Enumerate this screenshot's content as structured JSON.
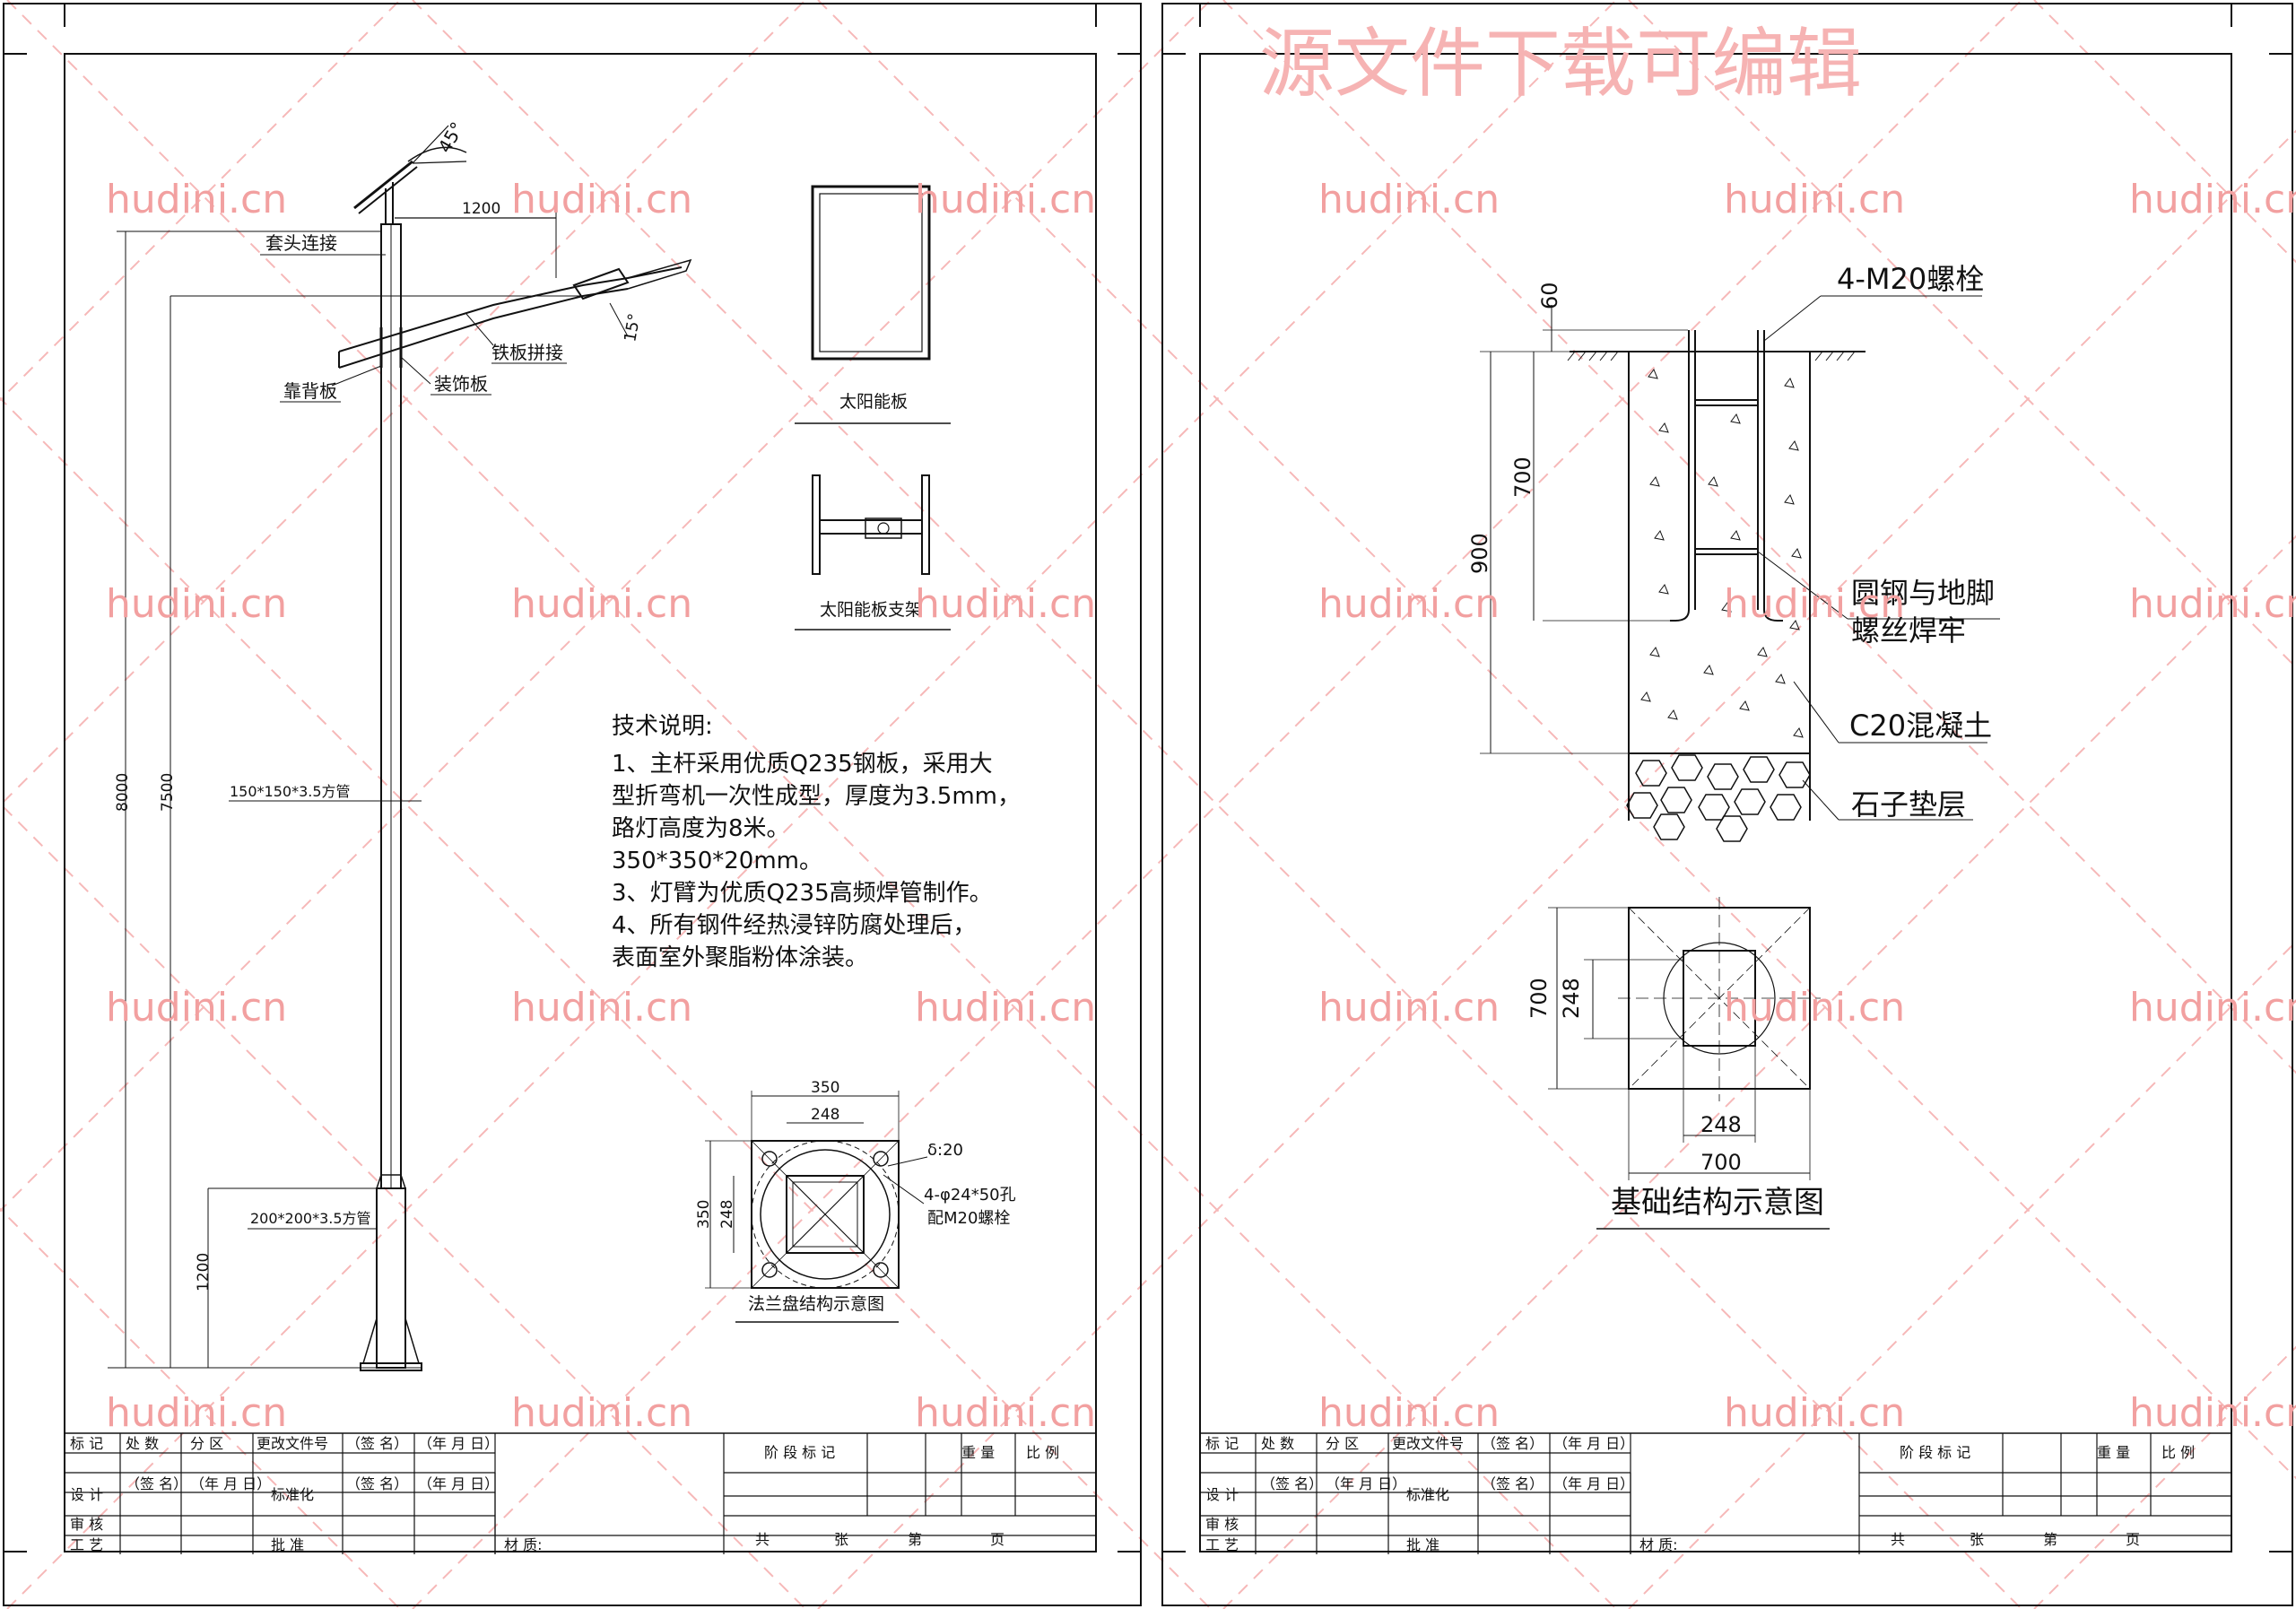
{
  "watermark": {
    "banner": "源文件下载可编辑",
    "text": "hudini.cn",
    "color": "#f2a0a0"
  },
  "pole": {
    "head_connector": "套头连接",
    "angle_top": "45°",
    "arm_len": "1200",
    "plate_joint": "铁板拼接",
    "angle_arm": "15°",
    "back_plate": "靠背板",
    "decor_plate": "装饰板",
    "height_total": "8000",
    "height_arm": "7500",
    "tube_top": "150*150*3.5方管",
    "tube_bottom": "200*200*3.5方管",
    "height_base": "1200"
  },
  "solar": {
    "panel_label": "太阳能板",
    "bracket_label": "太阳能板支架"
  },
  "tech": {
    "title": "技术说明:",
    "lines": [
      "1、主杆采用优质Q235钢板，采用大",
      "型折弯机一次性成型，厚度为3.5mm，",
      "路灯高度为8米。",
      "350*350*20mm。",
      "3、灯臂为优质Q235高频焊管制作。",
      "4、所有钢件经热浸锌防腐处理后，",
      "表面室外聚脂粉体涂装。"
    ]
  },
  "flange": {
    "w_outer": "350",
    "w_inner": "248",
    "h_outer": "350",
    "h_inner": "248",
    "thickness": "δ:20",
    "holes": "4-φ24*50孔",
    "bolts": "配M20螺栓",
    "title": "法兰盘结构示意图"
  },
  "foundation": {
    "bolt": "4-M20螺栓",
    "d60": "60",
    "d700": "700",
    "d900": "900",
    "weld_1": "圆钢与地脚",
    "weld_2": "螺丝焊牢",
    "concrete": "C20混凝土",
    "gravel": "石子垫层",
    "plan_h700": "700",
    "plan_h248": "248",
    "plan_w248": "248",
    "plan_w700": "700",
    "title": "基础结构示意图"
  },
  "title_block": {
    "mark": "标 记",
    "count": "处 数",
    "zone": "分 区",
    "change_doc": "更改文件号",
    "sign": "（签 名）",
    "date": "（年 月 日）",
    "design": "设 计",
    "standard": "标准化",
    "stage_mark": "阶 段 标 记",
    "weight": "重 量",
    "scale": "比 例",
    "review": "审 核",
    "craft": "工 艺",
    "approve": "批 准",
    "material": "材 质:",
    "sheets": "共",
    "sheet": "张",
    "page_no": "第",
    "page": "页"
  }
}
